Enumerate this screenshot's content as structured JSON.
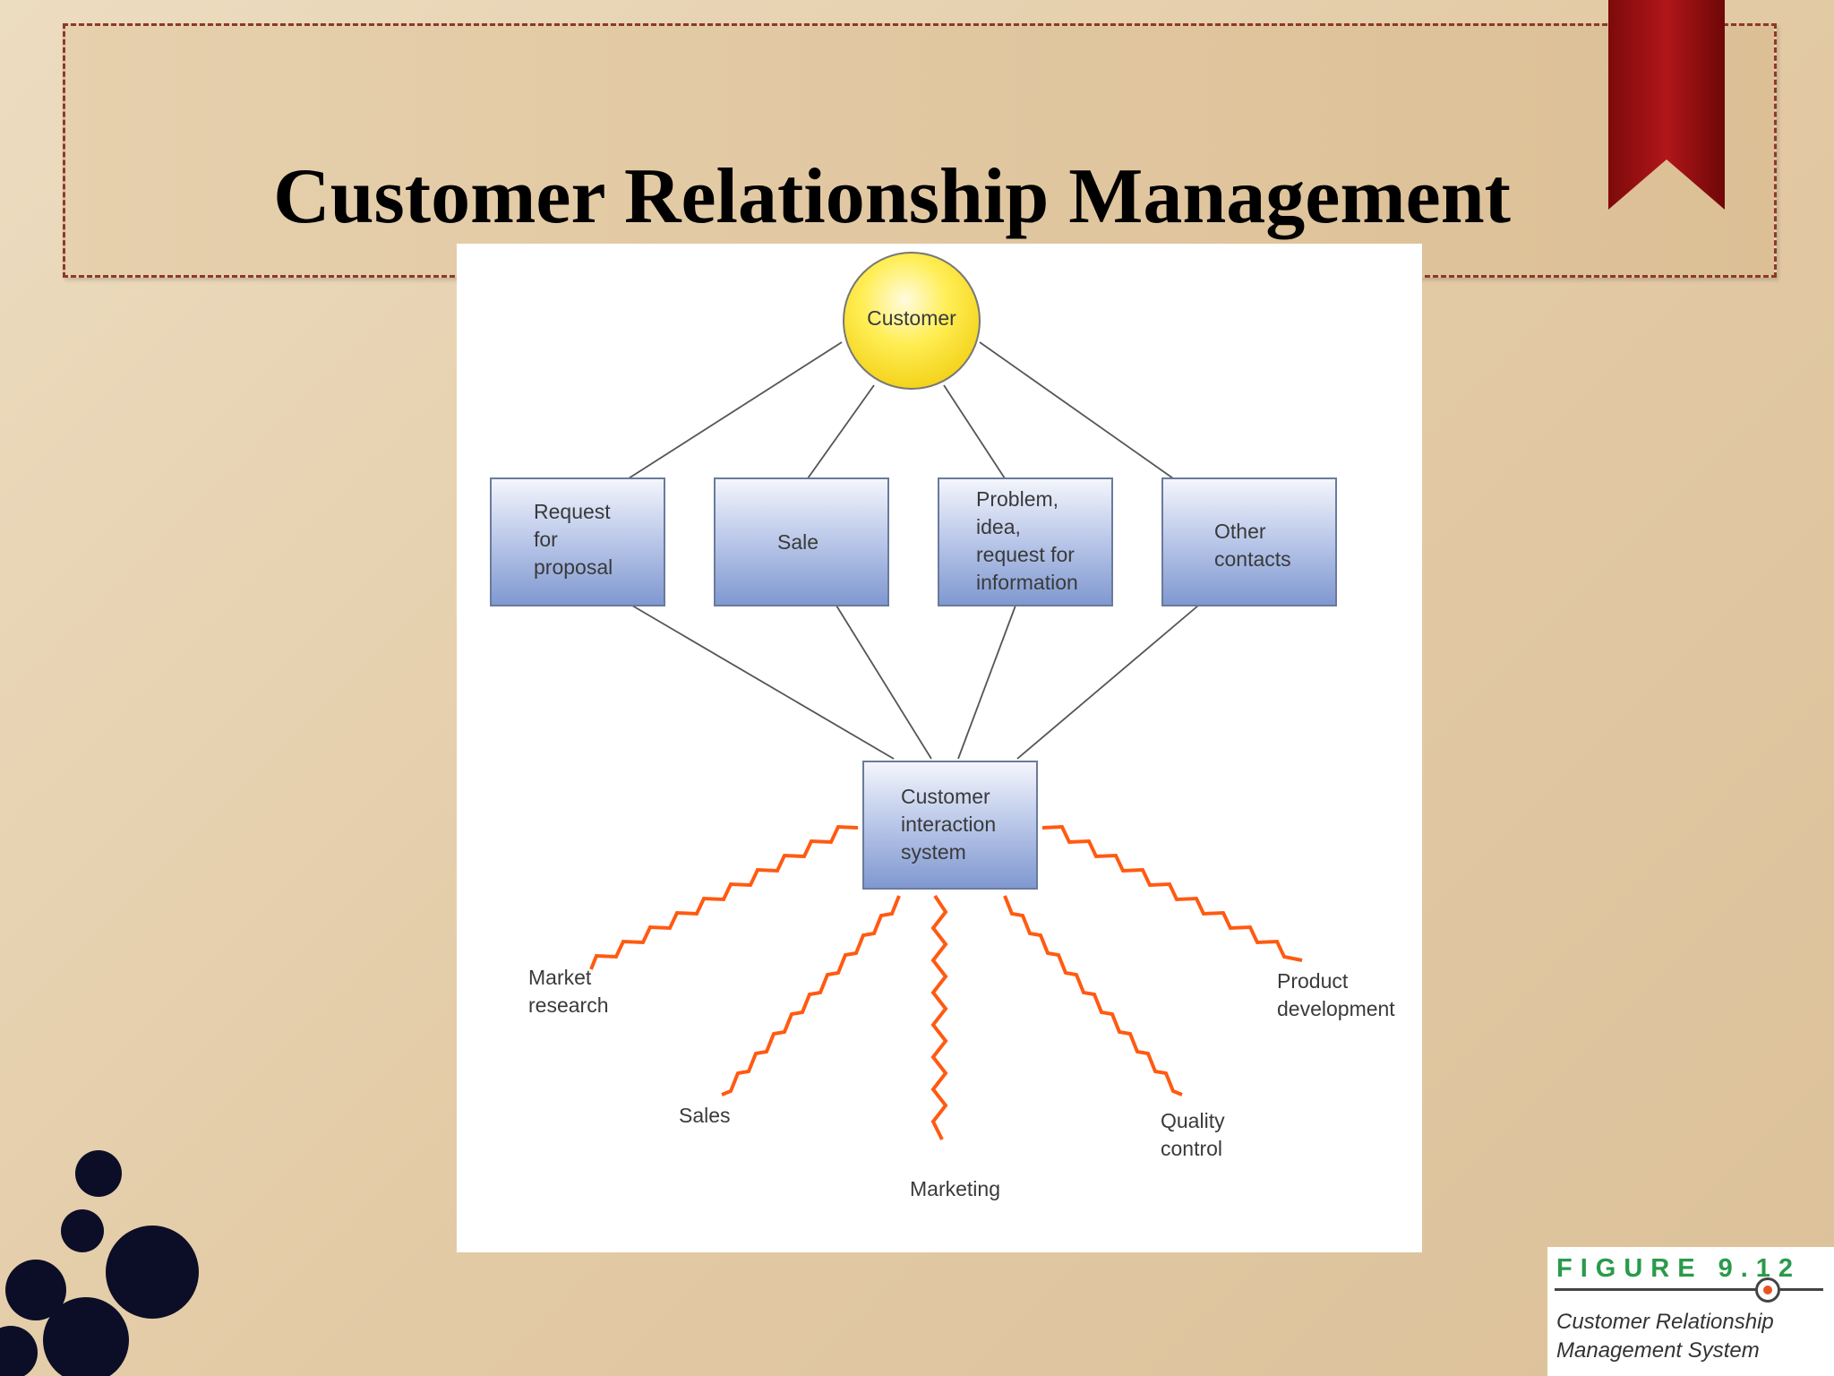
{
  "slide": {
    "title": "Customer Relationship Management"
  },
  "diagram": {
    "top_node": {
      "label": "Customer"
    },
    "middle_boxes": [
      {
        "label": "Request\nfor\nproposal"
      },
      {
        "label": "Sale"
      },
      {
        "label": "Problem,\nidea,\nrequest for\ninformation"
      },
      {
        "label": "Other\ncontacts"
      }
    ],
    "hub": {
      "label": "Customer\ninteraction\nsystem"
    },
    "outputs": [
      {
        "label": "Market\nresearch"
      },
      {
        "label": "Sales"
      },
      {
        "label": "Marketing"
      },
      {
        "label": "Quality\ncontrol"
      },
      {
        "label": "Product\ndevelopment"
      }
    ],
    "colors": {
      "customer_fill": "#ffe94a",
      "box_fill": "#8fa6d8",
      "bolt": "#ff5a12"
    }
  },
  "figure_caption": {
    "label": "FIGURE 9.12",
    "text": "Customer Relationship Management System"
  }
}
